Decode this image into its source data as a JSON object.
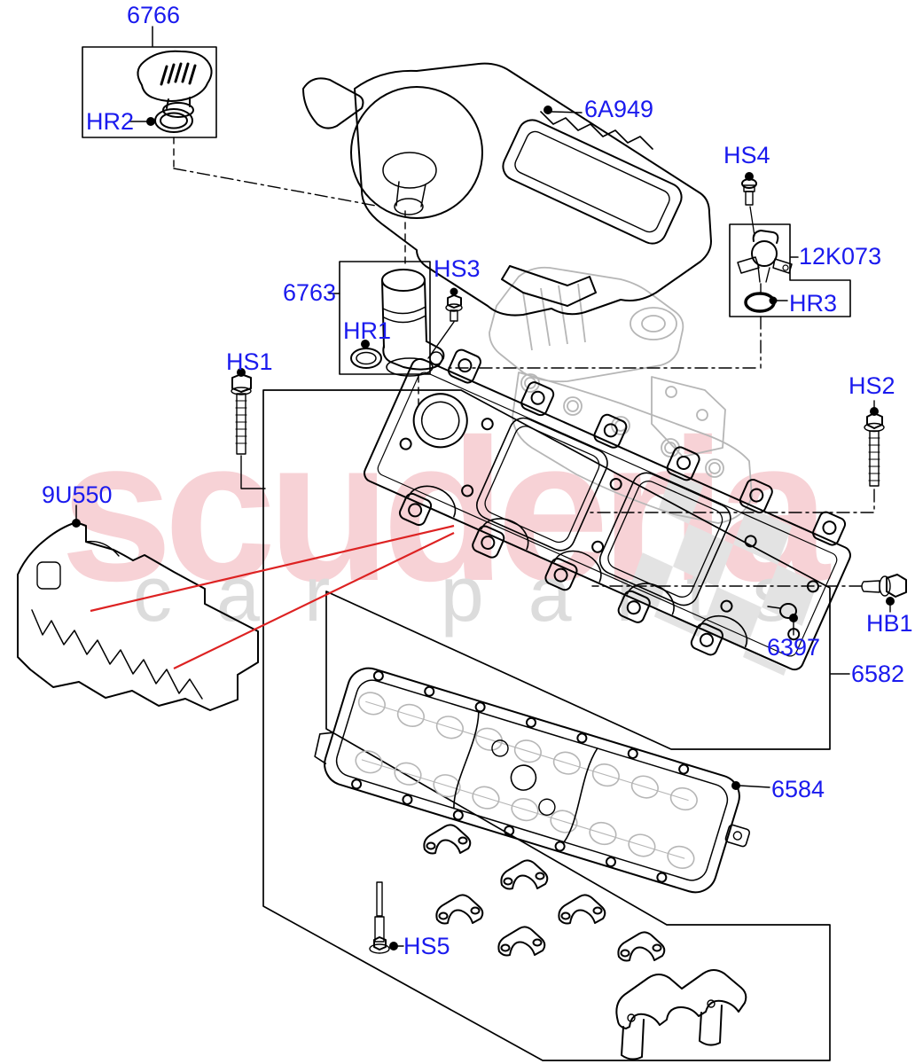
{
  "colors": {
    "callout": "#1a1aee",
    "watermark_pink": "#f7d2d6",
    "watermark_gray": "#dcdcdc",
    "red_line": "#dd2222",
    "ghost_gray": "#b6b6b6",
    "line_black": "#000000"
  },
  "watermark": {
    "title": "scuderia",
    "subtitle": "car parts"
  },
  "callouts": {
    "c6766": "6766",
    "hr2": "HR2",
    "a6949": "6A949",
    "hs4": "HS4",
    "k12073": "12K073",
    "hr3": "HR3",
    "p6763": "6763",
    "hs3": "HS3",
    "hr1": "HR1",
    "hs1": "HS1",
    "hs2": "HS2",
    "u9550": "9U550",
    "hb1": "HB1",
    "p6397": "6397",
    "p6582": "6582",
    "p6584": "6584",
    "hs5": "HS5"
  }
}
